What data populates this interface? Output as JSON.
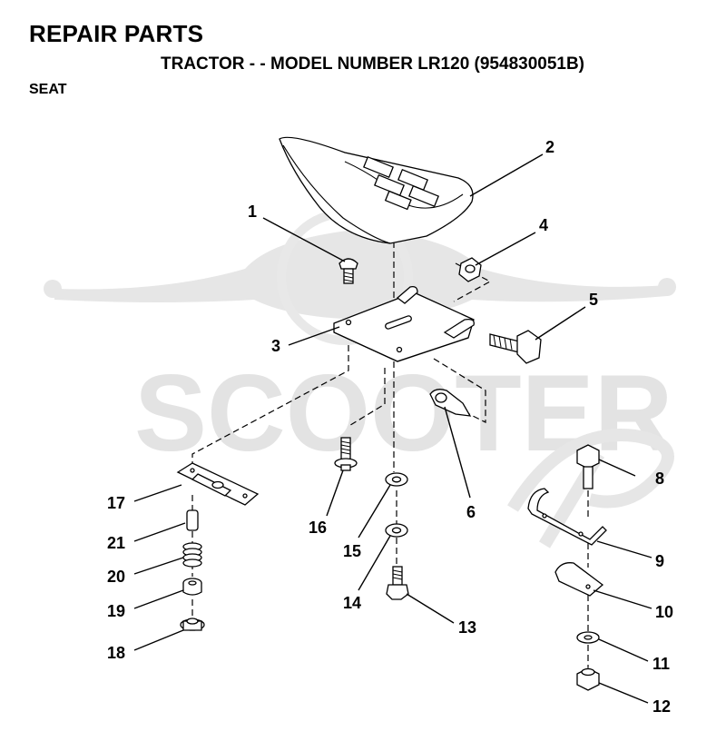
{
  "header": {
    "title": "REPAIR PARTS",
    "subtitle": "TRACTOR - - MODEL NUMBER LR120 (954830051B)",
    "section": "SEAT"
  },
  "watermark": {
    "text": "SCOOTER"
  },
  "callouts": {
    "c1": "1",
    "c2": "2",
    "c3": "3",
    "c4": "4",
    "c5": "5",
    "c6": "6",
    "c8": "8",
    "c9": "9",
    "c10": "10",
    "c11": "11",
    "c12": "12",
    "c13": "13",
    "c14": "14",
    "c15": "15",
    "c16": "16",
    "c17": "17",
    "c18": "18",
    "c19": "19",
    "c20": "20",
    "c21": "21"
  },
  "colors": {
    "ink": "#000000",
    "watermark": "#e3e3e3"
  }
}
